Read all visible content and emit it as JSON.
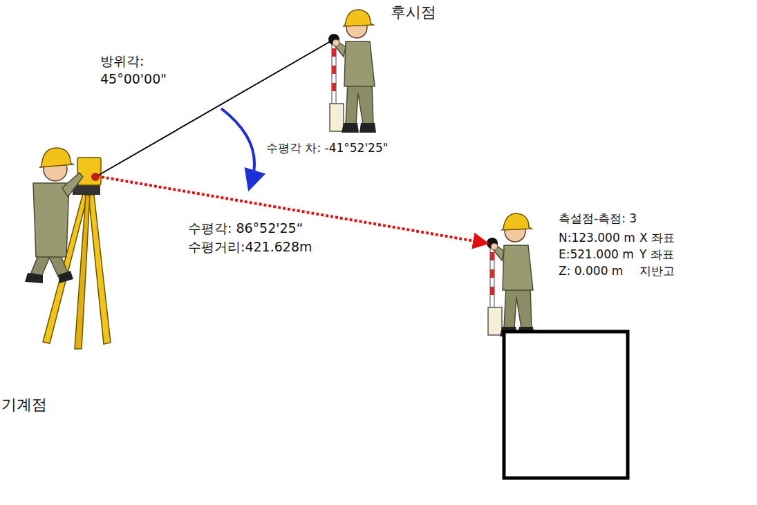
{
  "diagram": {
    "nodes": [
      {
        "text": [
          "기계점"
        ]
      },
      {
        "text": [
          "후시점"
        ]
      },
      {
        "text": [
          "측설점-측점: 3",
          "N:123.000 m",
          "X 좌표",
          "E:521.000 m",
          "Y 좌표",
          "Z:  0.000 m",
          "지반고"
        ]
      }
    ],
    "edges": [
      {
        "from": 0,
        "to": 1,
        "arrow": "none"
      },
      {
        "from": 0,
        "to": 2,
        "arrow": "to"
      }
    ],
    "labels": [
      "방위각:",
      "45°00'00\"",
      "수평각 차: -41°52'25\"",
      "수평각: 86°52'25“",
      "수평거리:421.628m"
    ]
  }
}
